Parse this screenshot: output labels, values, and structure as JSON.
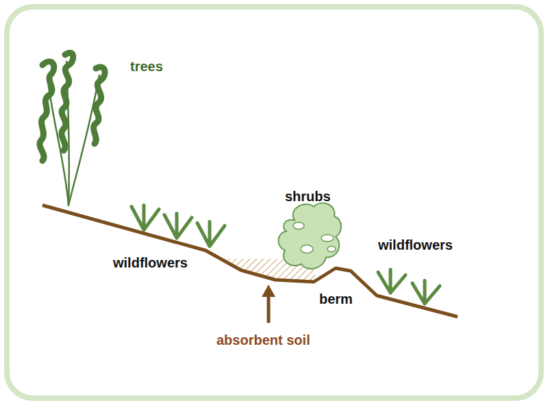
{
  "diagram": {
    "labels": [
      "trees",
      "wildflowers",
      "shrubs",
      "wildflowers",
      "berm",
      "absorbent soil"
    ]
  }
}
